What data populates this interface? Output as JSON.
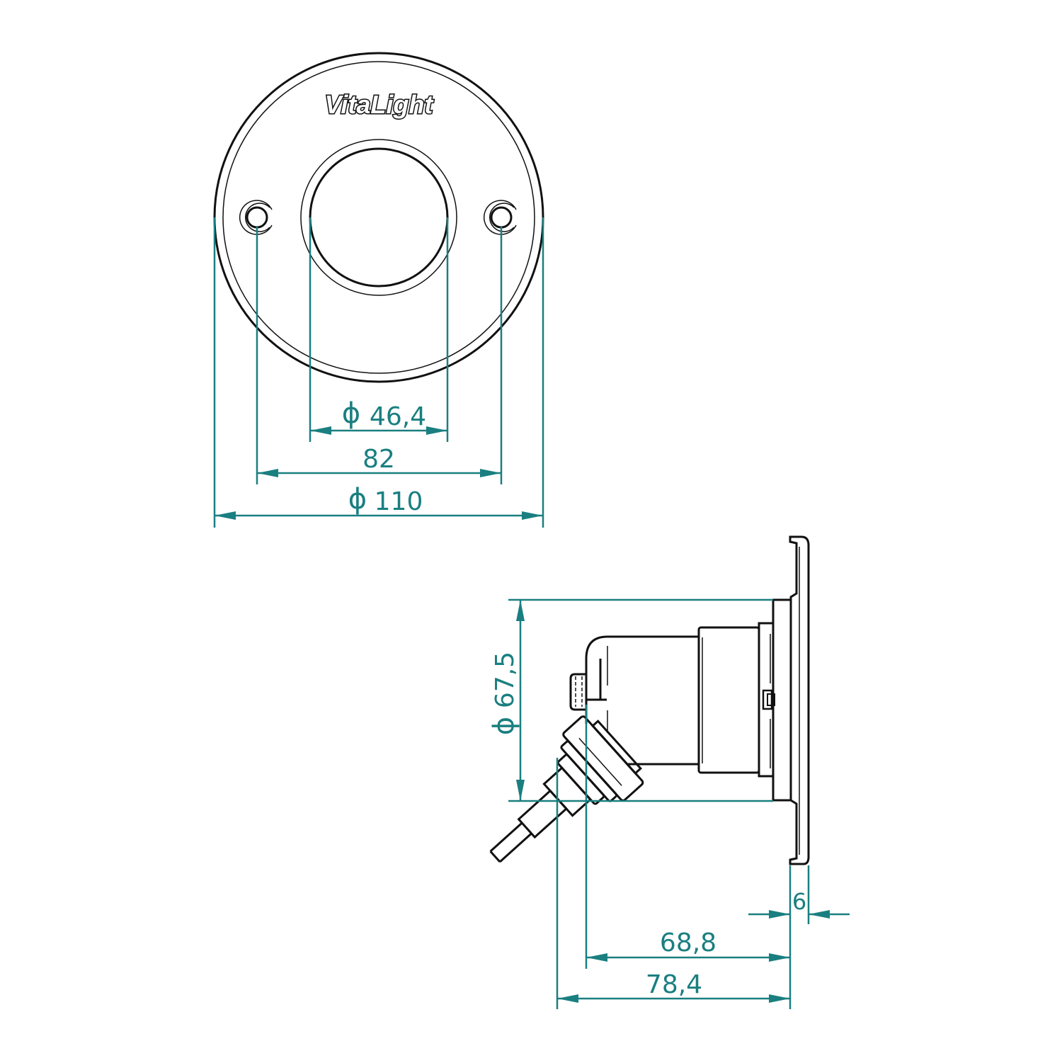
{
  "brand": {
    "logo_text": "VitaLight"
  },
  "colors": {
    "dimension": "#1a7f80",
    "outline": "#111111",
    "background": "#ffffff"
  },
  "front_view": {
    "dimensions": {
      "lens_diameter": {
        "symbol": "ϕ",
        "value": "46,4"
      },
      "hole_spacing": {
        "value": "82"
      },
      "outer_diameter": {
        "symbol": "ϕ",
        "value": "110"
      }
    }
  },
  "side_view": {
    "dimensions": {
      "body_diameter": {
        "symbol": "ϕ",
        "value": "67,5"
      },
      "flange_thickness": {
        "value": "6"
      },
      "body_depth": {
        "value": "68,8"
      },
      "total_depth": {
        "value": "78,4"
      }
    }
  }
}
